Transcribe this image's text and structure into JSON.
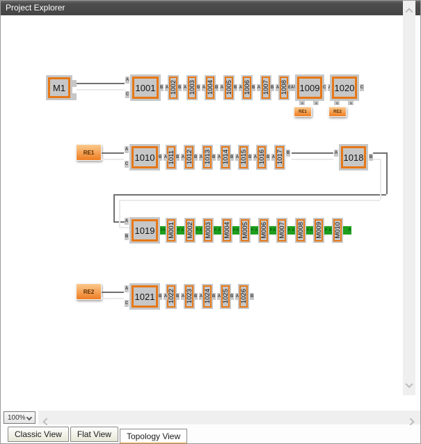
{
  "title": "Project Explorer",
  "zoom_control": {
    "value": "100%"
  },
  "tabs": [
    {
      "label": "Classic View",
      "active": false
    },
    {
      "label": "Flat View",
      "active": false
    },
    {
      "label": "Topology View",
      "active": true
    }
  ],
  "ports": {
    "pair_ba": [
      "B",
      "A"
    ],
    "pair_ca": [
      "C",
      "A"
    ],
    "pair_pa": [
      "P",
      "A"
    ],
    "end_b": "B",
    "end_c": "C",
    "tail_p": "P",
    "main_left_ac": [
      "A",
      "C"
    ],
    "main_left_ab": [
      "A",
      "B"
    ],
    "single_a": "A"
  },
  "rows": [
    {
      "source": {
        "type": "master",
        "label": "M1"
      },
      "main": {
        "label": "1001"
      },
      "chain": [
        "1002",
        "1003",
        "1004",
        "1005",
        "1006",
        "1007",
        "1008"
      ],
      "tail": [
        {
          "label": "1009",
          "sub": "RE1"
        },
        {
          "label": "1020",
          "sub": "RE2"
        }
      ]
    },
    {
      "source": {
        "type": "re",
        "label": "RE1"
      },
      "main": {
        "label": "1010"
      },
      "chain": [
        "1011",
        "1012",
        "1013",
        "1014",
        "1015",
        "1016",
        "1017"
      ],
      "far": {
        "label": "1018"
      }
    },
    {
      "main": {
        "label": "1019"
      },
      "chain": [
        "M001",
        "M002",
        "M003",
        "M004",
        "M005",
        "M006",
        "M007",
        "M008",
        "M009",
        "M010"
      ]
    },
    {
      "source": {
        "type": "re",
        "label": "RE2"
      },
      "main": {
        "label": "1021"
      },
      "chain": [
        "1022",
        "1023",
        "1024",
        "1025",
        "1026"
      ]
    }
  ],
  "colors": {
    "node_border": "#e67817",
    "node_fill": "#c7c7c7",
    "green_link": "#1e9e1e",
    "re_top": "#fbc98c",
    "re_bottom": "#ee7d23",
    "tab_accent": "#f0a232",
    "wire_dark": "#6f6f6f",
    "wire_light": "#e9e9e9"
  }
}
